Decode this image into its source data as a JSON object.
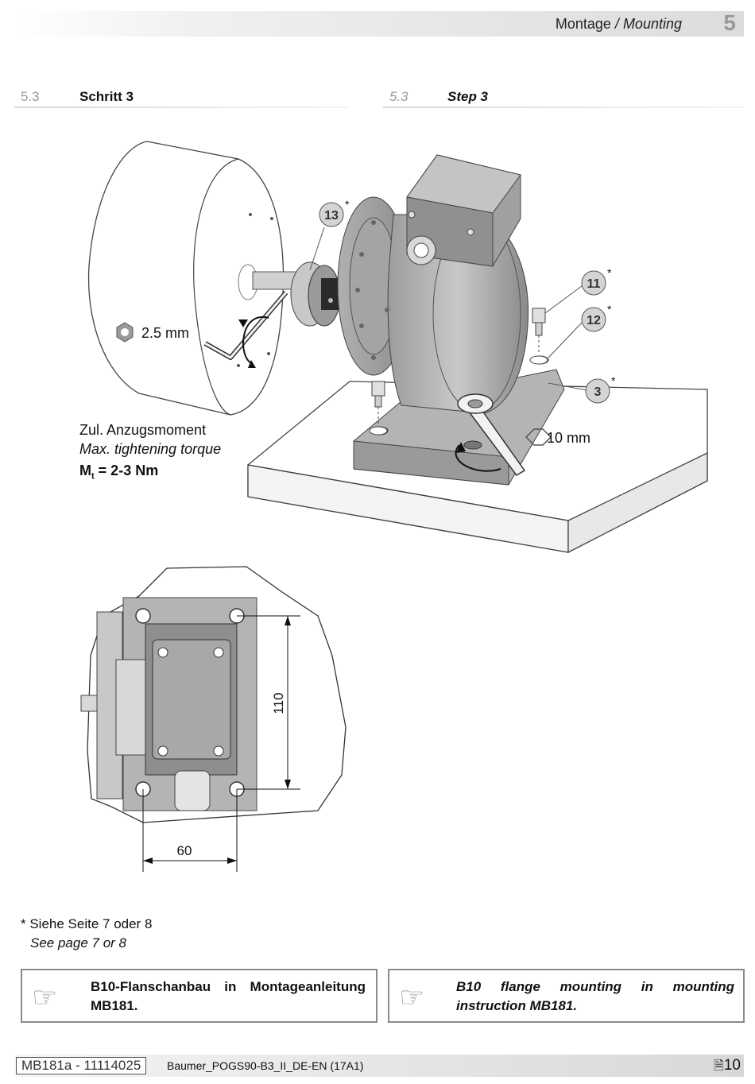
{
  "header": {
    "title_de": "Montage",
    "title_sep": " / ",
    "title_en": "Mounting",
    "chapter": "5"
  },
  "section_de": {
    "number": "5.3",
    "title": "Schritt 3"
  },
  "section_en": {
    "number": "5.3",
    "title": "Step 3"
  },
  "figure_top": {
    "callouts": [
      "13",
      "11",
      "12",
      "3"
    ],
    "callout_mark": "*",
    "allen_key_size": "2.5 mm",
    "wrench_size": "10 mm"
  },
  "torque": {
    "label_de": "Zul. Anzugsmoment",
    "label_en": "Max. tightening torque",
    "symbol": "M",
    "subscript": "t",
    "value": " = 2-3 Nm"
  },
  "figure_bottom": {
    "dim_vertical": "110",
    "dim_horizontal": "60"
  },
  "footnote": {
    "de": "* Siehe Seite 7 oder 8",
    "en": "See page 7 or 8"
  },
  "notes": {
    "de": "B10-Flanschanbau in Montageanleitung MB181.",
    "en": "B10 flange mounting in mounting instruction MB181."
  },
  "footer": {
    "doc_id": "MB181a - 11114025",
    "file": "Baumer_POGS90-B3_II_DE-EN (17A1)",
    "page": "10"
  },
  "colors": {
    "gray_light": "#d9d9d9",
    "gray_mid": "#a8a8a8",
    "gray_dark": "#707070",
    "accent_gray": "#9a9a9a"
  }
}
